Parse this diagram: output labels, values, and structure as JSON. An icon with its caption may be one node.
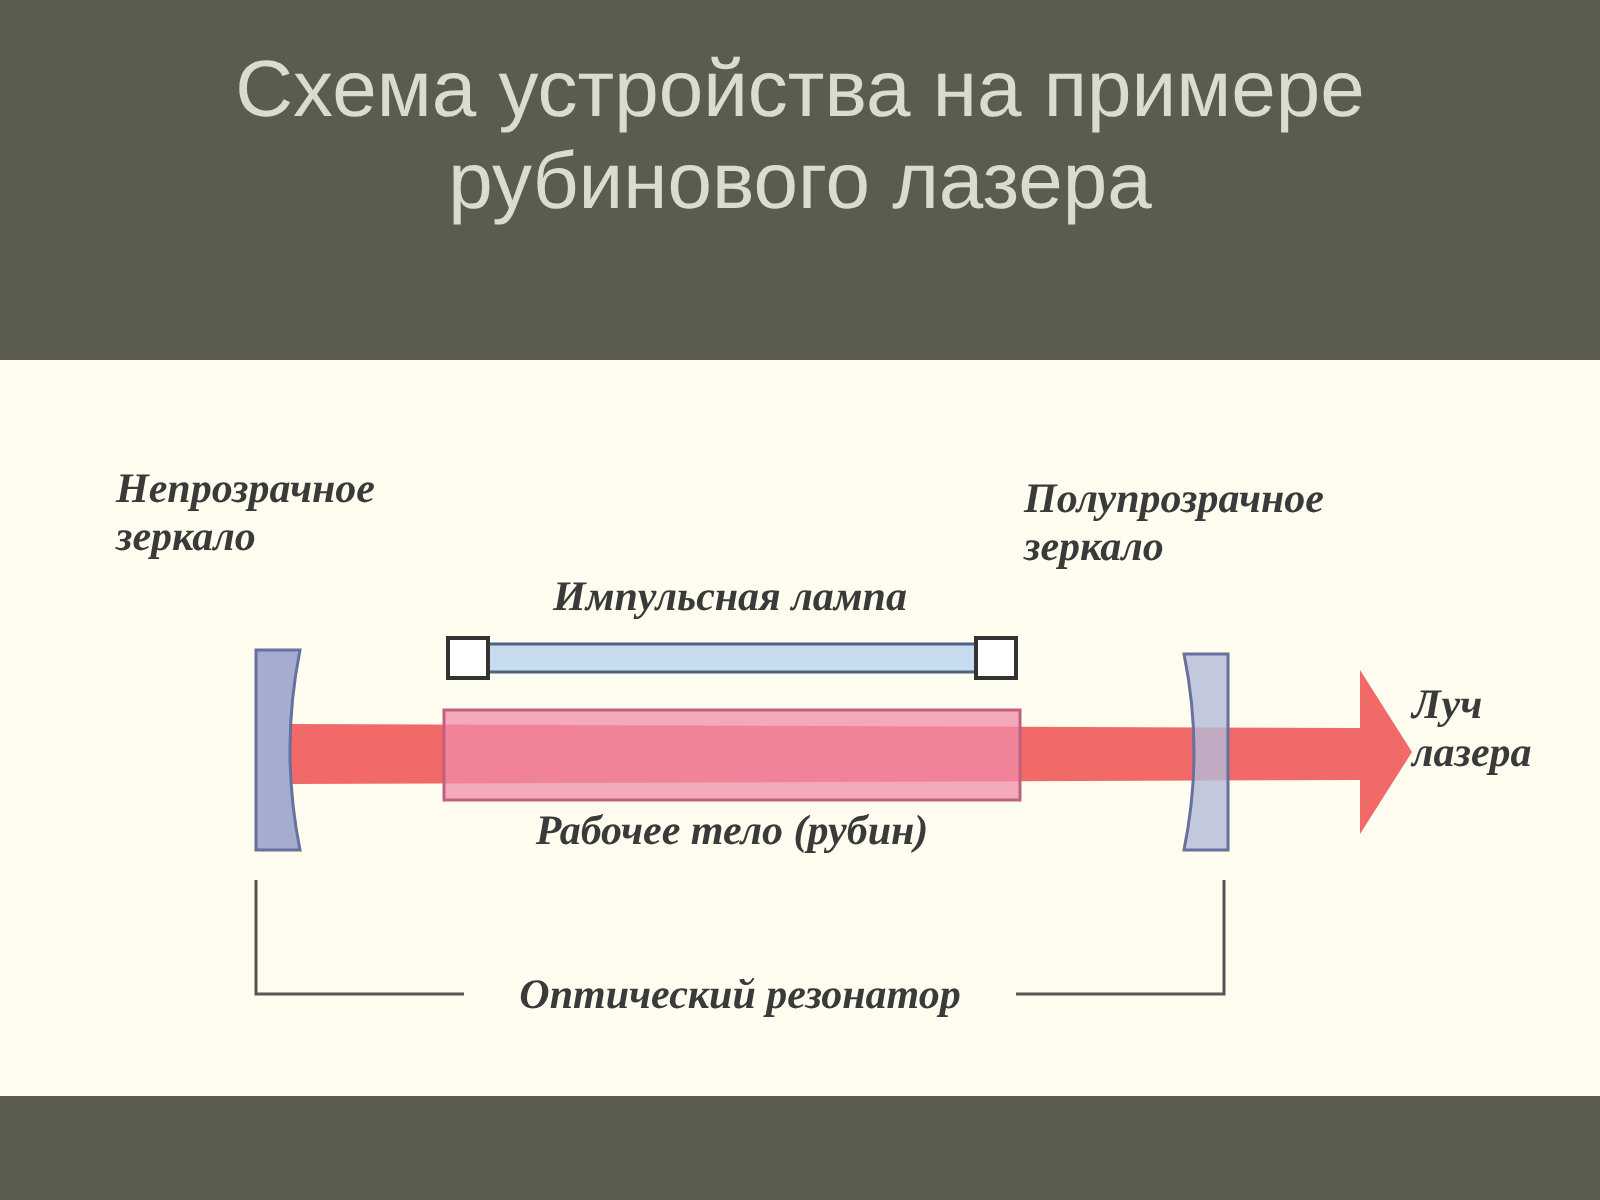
{
  "diagram": {
    "title": "Схема устройства на примере рубинового лазера",
    "labels": [
      "Непрозрачное зеркало",
      "Полупрозрачное зеркало",
      "Импульсная лампа",
      "Луч лазера",
      "Рабочее тело (рубин)",
      "Оптический резонатор"
    ]
  }
}
